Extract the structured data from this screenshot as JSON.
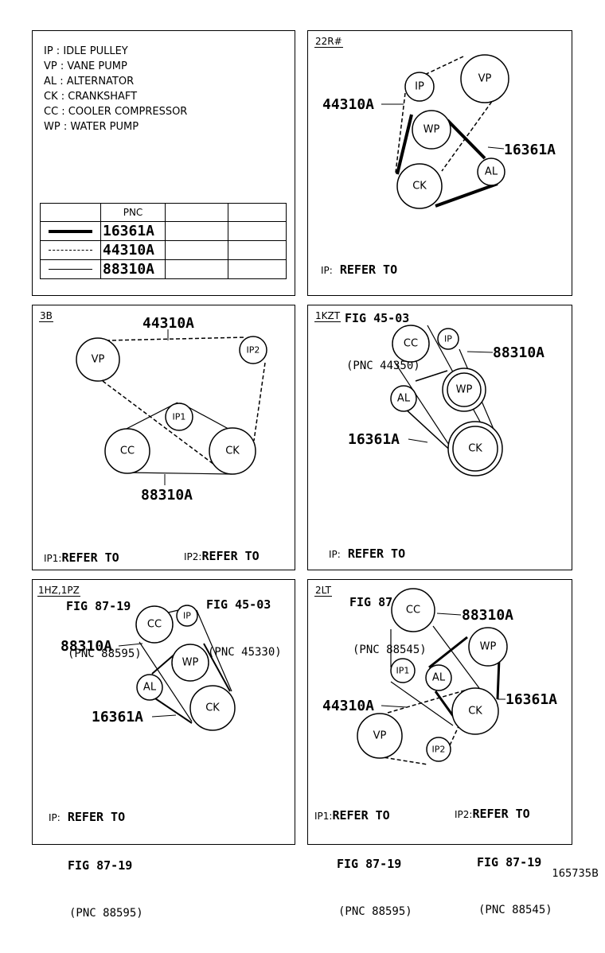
{
  "legend": {
    "items": [
      "IP : IDLE PULLEY",
      "VP : VANE PUMP",
      "AL : ALTERNATOR",
      "CK : CRANKSHAFT",
      "CC : COOLER COMPRESSOR",
      "WP : WATER PUMP"
    ],
    "table_header": "PNC",
    "rows": [
      {
        "style": "solid-bold",
        "code": "16361A"
      },
      {
        "style": "dashed",
        "code": "44310A"
      },
      {
        "style": "thin",
        "code": "88310A"
      }
    ]
  },
  "panels": {
    "p22r": {
      "tag": "22R#",
      "pulleys": {
        "ip": "IP",
        "vp": "VP",
        "wp": "WP",
        "ck": "CK",
        "al": "AL"
      },
      "callouts": {
        "a": "44310A",
        "b": "16361A"
      },
      "note": {
        "prefix": "IP:",
        "line1": "REFER TO",
        "line2": "FIG 45-03",
        "line3": "(PNC 44350)"
      }
    },
    "p3b": {
      "tag": "3B",
      "pulleys": {
        "vp": "VP",
        "ip2": "IP2",
        "ip1": "IP1",
        "cc": "CC",
        "ck": "CK"
      },
      "callouts": {
        "a": "44310A",
        "b": "88310A"
      },
      "note1": {
        "prefix": "IP1:",
        "line1": "REFER TO",
        "line2": "FIG 87-19",
        "line3": "(PNC 88595)"
      },
      "note2": {
        "prefix": "IP2:",
        "line1": "REFER TO",
        "line2": "FIG 45-03",
        "line3": "(PNC 45330)"
      }
    },
    "p1kzt": {
      "tag": "1KZT",
      "pulleys": {
        "cc": "CC",
        "ip": "IP",
        "al": "AL",
        "wp": "WP",
        "ck": "CK"
      },
      "callouts": {
        "a": "88310A",
        "b": "16361A"
      },
      "note": {
        "prefix": "IP:",
        "line1": "REFER TO",
        "line2": "FIG 87-19",
        "line3": "(PNC 88545)"
      }
    },
    "p1hz": {
      "tag": "1HZ,1PZ",
      "pulleys": {
        "cc": "CC",
        "ip": "IP",
        "wp": "WP",
        "al": "AL",
        "ck": "CK"
      },
      "callouts": {
        "a": "88310A",
        "b": "16361A"
      },
      "note": {
        "prefix": "IP:",
        "line1": "REFER TO",
        "line2": "FIG 87-19",
        "line3": "(PNC 88595)"
      }
    },
    "p2lt": {
      "tag": "2LT",
      "pulleys": {
        "cc": "CC",
        "wp": "WP",
        "ip1": "IP1",
        "al": "AL",
        "ck": "CK",
        "vp": "VP",
        "ip2": "IP2"
      },
      "callouts": {
        "a": "88310A",
        "b": "16361A",
        "c": "44310A"
      },
      "note1": {
        "prefix": "IP1:",
        "line1": "REFER TO",
        "line2": "FIG 87-19",
        "line3": "(PNC 88595)"
      },
      "note2": {
        "prefix": "IP2:",
        "line1": "REFER TO",
        "line2": "FIG 87-19",
        "line3": "(PNC 88545)"
      }
    }
  },
  "figure_number": "165735B"
}
